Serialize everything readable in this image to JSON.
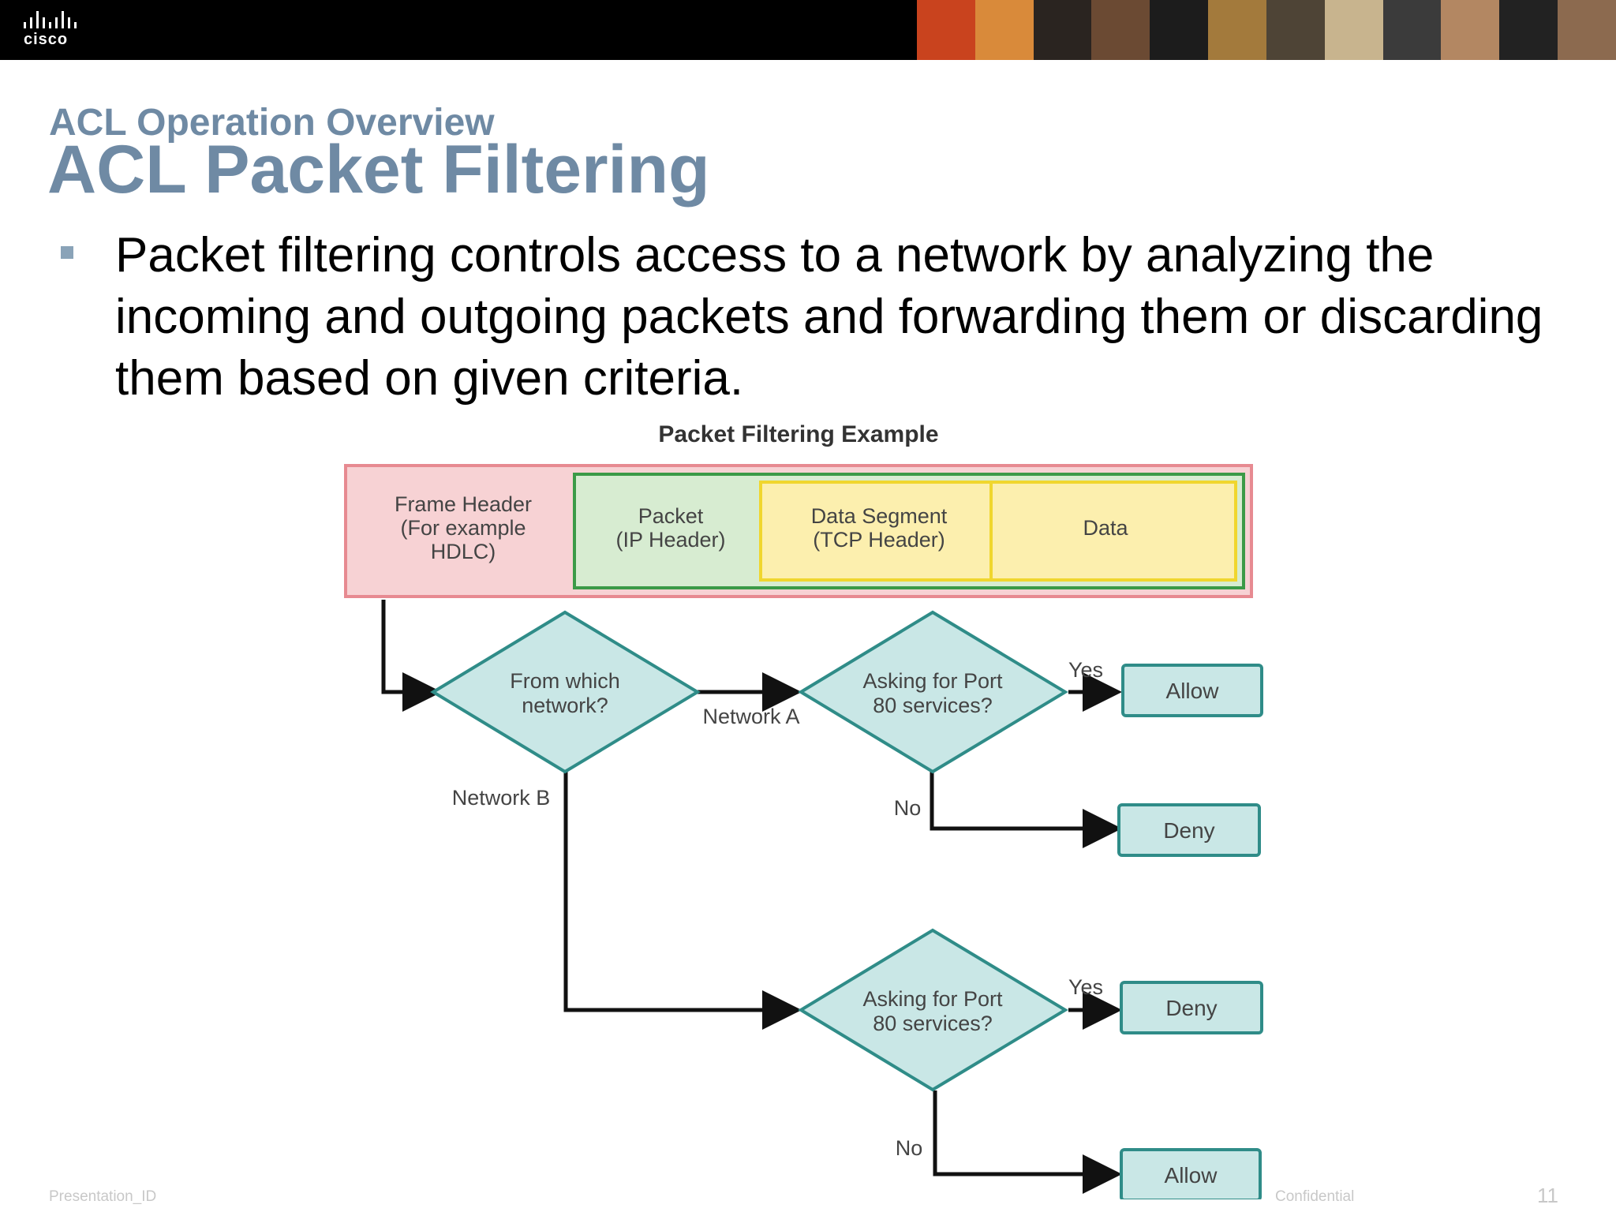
{
  "header": {
    "logo_text": "cisco",
    "photo_colors": [
      "#c9431e",
      "#d98a3a",
      "#2a2420",
      "#6b4a33",
      "#1c1c1c",
      "#a37a3c",
      "#4e4436",
      "#c8b48e",
      "#3b3b3b",
      "#b38762",
      "#222222",
      "#8c6a4f"
    ]
  },
  "slide": {
    "subtitle": "ACL Operation Overview",
    "title": "ACL Packet Filtering",
    "bullet": "Packet filtering controls access to a network by analyzing the incoming and outgoing packets and forwarding them or discarding them based on given criteria."
  },
  "diagram": {
    "heading": "Packet Filtering Example",
    "frame": {
      "frame_header": [
        "Frame Header",
        "(For example",
        "HDLC)"
      ],
      "packet": [
        "Packet",
        "(IP Header)"
      ],
      "segment": [
        "Data Segment",
        "(TCP Header)"
      ],
      "data": "Data"
    },
    "decision1": [
      "From which",
      "network?"
    ],
    "decision2": [
      "Asking for Port",
      "80 services?"
    ],
    "decision3": [
      "Asking for Port",
      "80 services?"
    ],
    "label_network_a": "Network A",
    "label_network_b": "Network B",
    "yes1": "Yes",
    "no1": "No",
    "yes2": "Yes",
    "no2": "No",
    "result1": "Allow",
    "result2": "Deny",
    "result3": "Deny",
    "result4": "Allow",
    "colors": {
      "frame_fill": "#f7d2d4",
      "frame_stroke": "#e78a91",
      "packet_fill": "#d7ecd1",
      "packet_stroke": "#3b9a47",
      "segment_fill": "#fcefae",
      "segment_stroke": "#f0d62e",
      "shape_fill": "#c9e7e6",
      "shape_stroke": "#2f8c88"
    }
  },
  "footer": {
    "left": "Presentation_ID",
    "mid": "Confidential",
    "page_number": "11"
  }
}
